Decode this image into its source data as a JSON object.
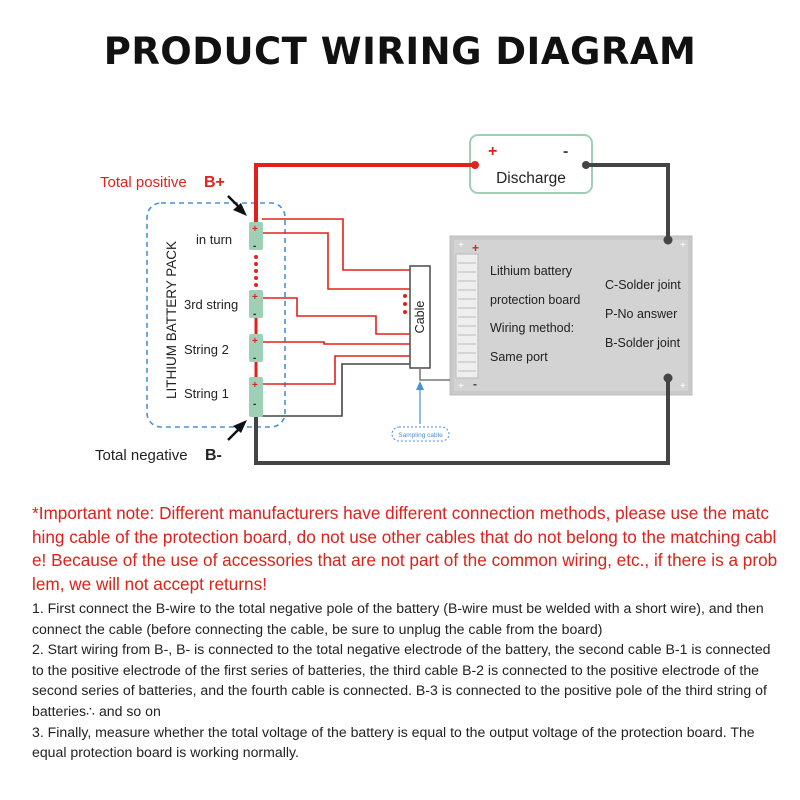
{
  "title": "PRODUCT WIRING DIAGRAM",
  "labels": {
    "total_positive": "Total positive",
    "b_plus": "B+",
    "total_negative": "Total negative",
    "b_minus": "B-",
    "pack": "LITHIUM BATTERY PACK",
    "in_turn": "in turn",
    "third_string": "3rd string",
    "string2": "String 2",
    "string1": "String 1",
    "cable": "Cable",
    "sampling_cable": "Sampling cable",
    "discharge": "Discharge",
    "plus": "+",
    "minus": "-"
  },
  "board": {
    "line1": "Lithium battery",
    "line2": "protection board",
    "line3": "Wiring method:",
    "line4": "Same port",
    "c": "C-Solder joint",
    "p": "P-No answer",
    "b": "B-Solder joint",
    "plus": "+",
    "minus": "-"
  },
  "note": "*Important note: Different manufacturers have different connection methods, please use the matching cable of the protection board, do not use other cables that do not belong to the matching cable! Because of the use of accessories that are not part of the common wiring, etc., if there is a problem, we will not accept returns!",
  "steps": [
    "1. First connect the B-wire to the total negative pole of the battery (B-wire must be welded with a short wire), and then connect the cable (before connecting the cable, be sure to unplug the cable from the board)",
    "2. Start wiring from B-, B- is connected to the total negative electrode of the battery, the second cable B-1 is connected to the positive electrode of the first series of batteries, the third cable B-2 is connected to the positive electrode of the second series of batteries, and the fourth cable is connected. B-3 is connected to the positive pole of the third string of batteries∴ and so on",
    "3. Finally, measure whether the total voltage of the battery is equal to the output voltage of the protection board.  The equal protection board is working normally."
  ],
  "colors": {
    "red": "#e3211b",
    "wire_dark": "#444444",
    "cell": "#9fd0b6",
    "pack_border": "#4a90d6",
    "discharge_border": "#9fd0b6",
    "board": "#c9c9c9",
    "note": "#e0201a"
  }
}
